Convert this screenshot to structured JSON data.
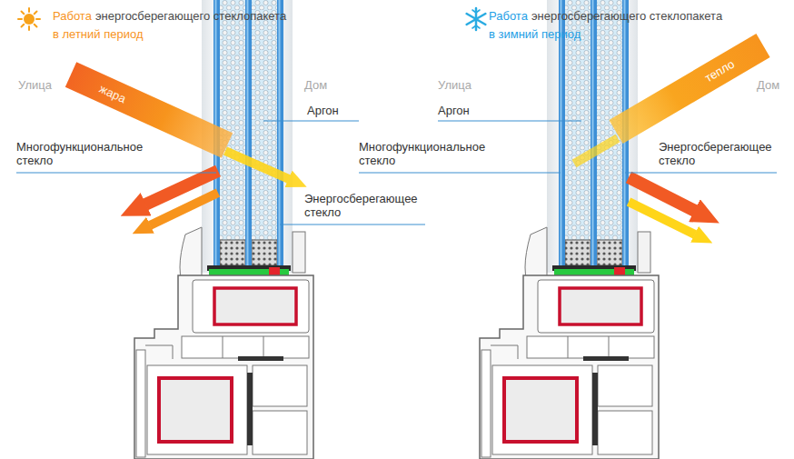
{
  "diagram": {
    "labels": [
      "Работа",
      "энергосберегающего стеклопакета",
      "в летний период",
      "Работа",
      "энергосберегающего стеклопакета",
      "в зимний период",
      "Улица",
      "Дом",
      "жара",
      "Аргон",
      "Многофункциональное стекло",
      "Энергосберегающее стекло",
      "Улица",
      "Аргон",
      "Многофункциональное стекло",
      "тепло",
      "Дом",
      "Энергосберегающее стекло"
    ]
  }
}
